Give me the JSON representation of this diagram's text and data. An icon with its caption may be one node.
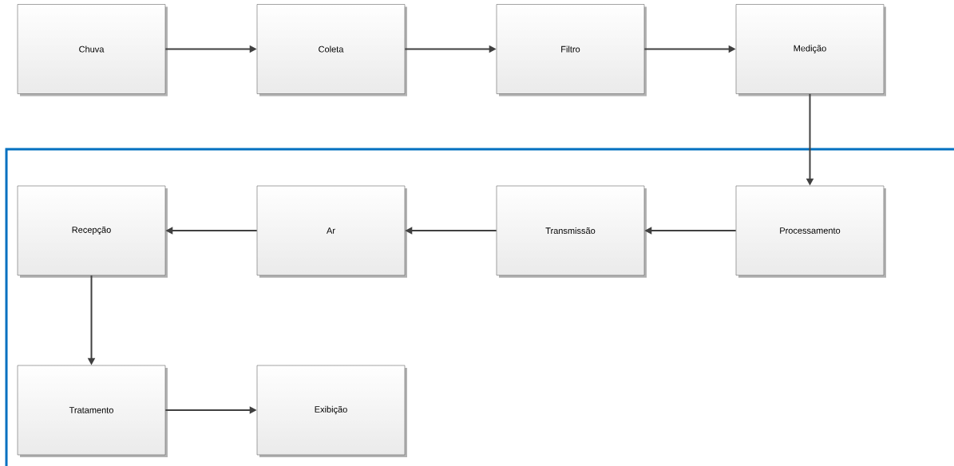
{
  "diagram": {
    "nodes": [
      {
        "text": [
          "Chuva"
        ]
      },
      {
        "text": [
          "Coleta"
        ]
      },
      {
        "text": [
          "Filtro"
        ]
      },
      {
        "text": [
          "Medição"
        ]
      },
      {
        "text": [
          "Recepção"
        ]
      },
      {
        "text": [
          "Ar"
        ]
      },
      {
        "text": [
          "Transmissão"
        ]
      },
      {
        "text": [
          "Processamento"
        ]
      },
      {
        "text": [
          "Tratamento"
        ]
      },
      {
        "text": [
          "Exibição"
        ]
      }
    ],
    "edges": [
      {
        "from": 0,
        "to": 1,
        "arrow": "to"
      },
      {
        "from": 1,
        "to": 2,
        "arrow": "to"
      },
      {
        "from": 2,
        "to": 3,
        "arrow": "to"
      },
      {
        "from": 3,
        "to": 7,
        "arrow": "to"
      },
      {
        "from": 7,
        "to": 6,
        "arrow": "to"
      },
      {
        "from": 6,
        "to": 5,
        "arrow": "to"
      },
      {
        "from": 5,
        "to": 4,
        "arrow": "to"
      },
      {
        "from": 4,
        "to": 8,
        "arrow": "to"
      },
      {
        "from": 8,
        "to": 9,
        "arrow": "to"
      }
    ]
  }
}
